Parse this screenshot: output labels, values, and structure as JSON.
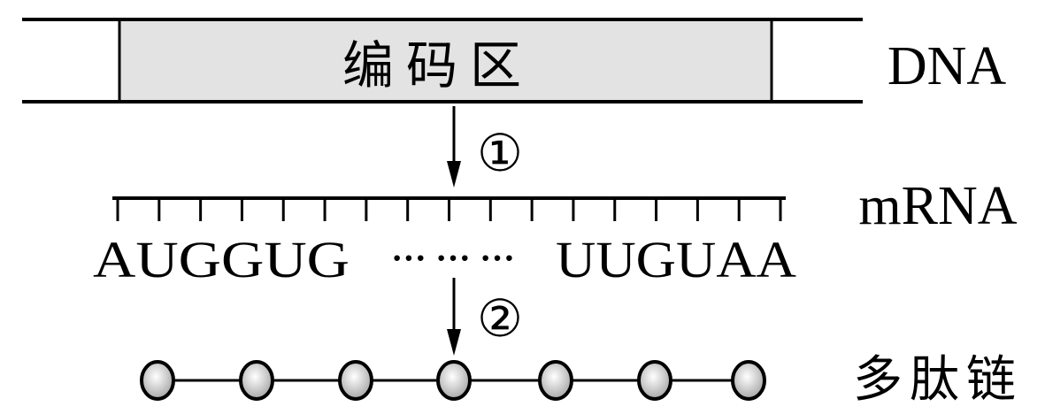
{
  "dna": {
    "label": "DNA",
    "coding_region": "编码区"
  },
  "step1": {
    "label": "①"
  },
  "mrna": {
    "label": "mRNA",
    "sequence_start": "AUGGUG",
    "ellipsis": "··· ··· ···",
    "sequence_end": "UUGUAA",
    "tick_count": 17
  },
  "step2": {
    "label": "②"
  },
  "polypeptide": {
    "label": "多肽链",
    "bead_count": 7
  },
  "colors": {
    "coding_fill": "#e3e3e3",
    "line": "#000000",
    "bead": "#c8c8c8"
  }
}
